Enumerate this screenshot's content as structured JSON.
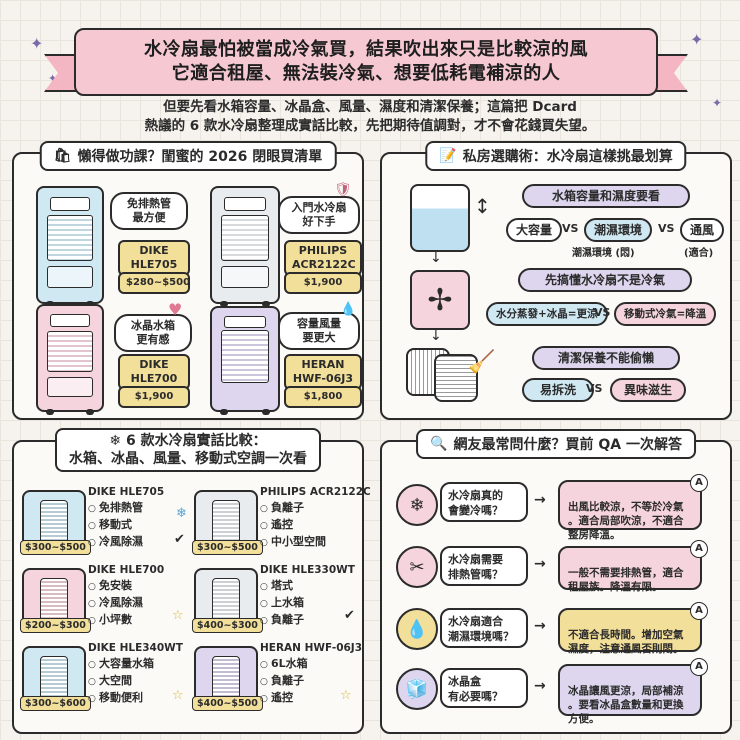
{
  "header": {
    "title_line1": "水冷扇最怕被當成冷氣買，結果吹出來只是比較涼的風",
    "title_line2": "它適合租屋、無法裝冷氣、想要低耗電補涼的人",
    "subtitle_line1": "但要先看水箱容量、冰晶盒、風量、濕度和清潔保養；這篇把 Dcard",
    "subtitle_line2": "熱議的 6 款水冷扇整理成實話比較，先把期待值調對，才不會花錢買失望。"
  },
  "panel_tl": {
    "title": "懶得做功課？閨蜜的 2026 閉眼買清單",
    "items": [
      {
        "bubble": "免排熱管\n最方便",
        "name": "DIKE\nHLE705",
        "price": "$280~$500",
        "color": "#cfe8f2"
      },
      {
        "bubble": "入門水冷扇\n好下手",
        "name": "PHILIPS\nACR2122C",
        "price": "$1,900",
        "color": "#e9ecef"
      },
      {
        "bubble": "冰晶水箱\n更有感",
        "name": "DIKE\nHLE700",
        "price": "$1,900",
        "color": "#f6d4de"
      },
      {
        "bubble": "容量風量\n要更大",
        "name": "HERAN\nHWF-06J3",
        "price": "$1,800",
        "color": "#ddd6ee"
      }
    ]
  },
  "panel_tr": {
    "title": "私房選購術：水冷扇這樣挑最划算",
    "sec1": {
      "title": "水箱容量和濕度要看",
      "a": "大容量",
      "b": "潮濕環境",
      "c": "通風",
      "note_b": "潮濕環境 (悶)",
      "note_c": "(適合)"
    },
    "sec2": {
      "title": "先搞懂水冷扇不是冷氣",
      "a": "水分蒸發+冰晶=更涼",
      "b": "移動式冷氣=降溫"
    },
    "sec3": {
      "title": "清潔保養不能偷懶",
      "a": "易拆洗",
      "b": "異味滋生"
    },
    "vs": "VS"
  },
  "panel_bl": {
    "title_line1": "6 款水冷扇實話比較：",
    "title_line2": "水箱、冰晶、風量、移動式空調一次看",
    "products": [
      {
        "name": "DIKE HLE705",
        "features": [
          "免排熱管",
          "移動式",
          "冷風除濕"
        ],
        "price": "$300~$500",
        "color": "#cfe8f2",
        "deco": "✔"
      },
      {
        "name": "PHILIPS ACR2122C",
        "features": [
          "負離子",
          "遙控",
          "中小型空間"
        ],
        "price": "$300~$500",
        "color": "#e9ecef",
        "deco": "❄"
      },
      {
        "name": "DIKE HLE700",
        "features": [
          "免安裝",
          "冷風除濕",
          "小坪數"
        ],
        "price": "$200~$300",
        "color": "#f6d4de",
        "deco": "☆"
      },
      {
        "name": "DIKE HLE330WT",
        "features": [
          "塔式",
          "上水箱",
          "負離子"
        ],
        "price": "$400~$300",
        "color": "#e9ecef",
        "deco": "✔"
      },
      {
        "name": "DIKE HLE340WT",
        "features": [
          "大容量水箱",
          "大空間",
          "移動便利"
        ],
        "price": "$300~$600",
        "color": "#cfe8f2",
        "deco": "☆"
      },
      {
        "name": "HERAN HWF-06J3",
        "features": [
          "6L水箱",
          "負離子",
          "遙控"
        ],
        "price": "$400~$500",
        "color": "#ddd6ee",
        "deco": "☆"
      }
    ]
  },
  "panel_br": {
    "title": "網友最常問什麼？買前 QA 一次解答",
    "qa": [
      {
        "icon": "❄",
        "q": "水冷扇真的\n會變冷嗎？",
        "a": "出風比較涼，不等於冷氣\n。適合局部吹涼，不適合\n整房降溫。",
        "icon_color": "#f6d4de",
        "a_color": "#f6d4de"
      },
      {
        "icon": "✂",
        "q": "水冷扇需要\n排熱管嗎？",
        "a": "一般不需要排熱管，適合\n租屋族。降溫有限。",
        "icon_color": "#f6d4de",
        "a_color": "#f6d4de"
      },
      {
        "icon": "💧",
        "q": "水冷扇適合\n潮濕環境嗎？",
        "a": "不適合長時間。增加空氣\n濕度，注意通風否則悶。",
        "icon_color": "#f2df9a",
        "a_color": "#f2df9a"
      },
      {
        "icon": "🧊",
        "q": "冰晶盒\n有必要嗎？",
        "a": "冰晶讓風更涼，局部補涼\n。要看冰晶盒數量和更換\n方便。",
        "icon_color": "#ddd6ee",
        "a_color": "#ddd6ee"
      }
    ],
    "badge": "A",
    "arrow": "→"
  }
}
